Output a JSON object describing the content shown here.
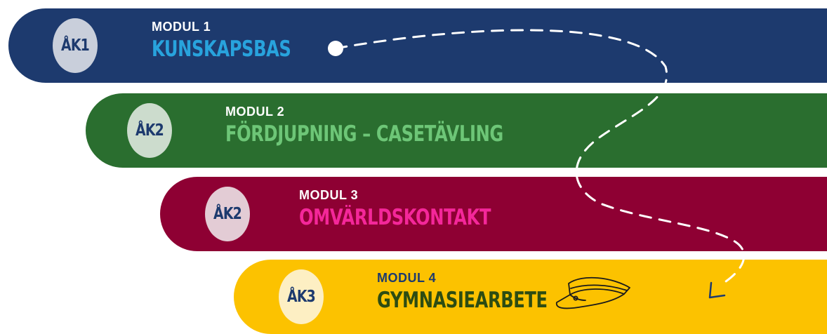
{
  "colors": {
    "band_1": "#1d3a6e",
    "band_2": "#2a6e2f",
    "band_3": "#8e0033",
    "band_4": "#fcc200",
    "badge_1": "#c9cfdb",
    "badge_2": "#ccdccd",
    "badge_3": "#e3ccd5",
    "badge_4": "#fdefc3",
    "badge_text": "#1d3a6e",
    "modul_text_light": "#ffffff",
    "modul_text_dark": "#1d3a6e",
    "title_1": "#28a3dd",
    "title_2": "#6dc677",
    "title_3": "#f4279a",
    "title_4": "#2d4c12",
    "path_line": "#ffffff",
    "arrow": "#1d3a6e"
  },
  "modules": [
    {
      "year": "ÅK1",
      "label": "MODUL 1",
      "title": "KUNSKAPSBAS"
    },
    {
      "year": "ÅK2",
      "label": "MODUL 2",
      "title": "FÖRDJUPNING – CASETÄVLING"
    },
    {
      "year": "ÅK2",
      "label": "MODUL 3",
      "title": "OMVÄRLDSKONTAKT"
    },
    {
      "year": "ÅK3",
      "label": "MODUL 4",
      "title": "GYMNASIEARBETE"
    }
  ],
  "icons": {
    "path_start": "dot-icon",
    "path_end": "arrow-down-icon",
    "graduation": "student-cap-icon"
  }
}
